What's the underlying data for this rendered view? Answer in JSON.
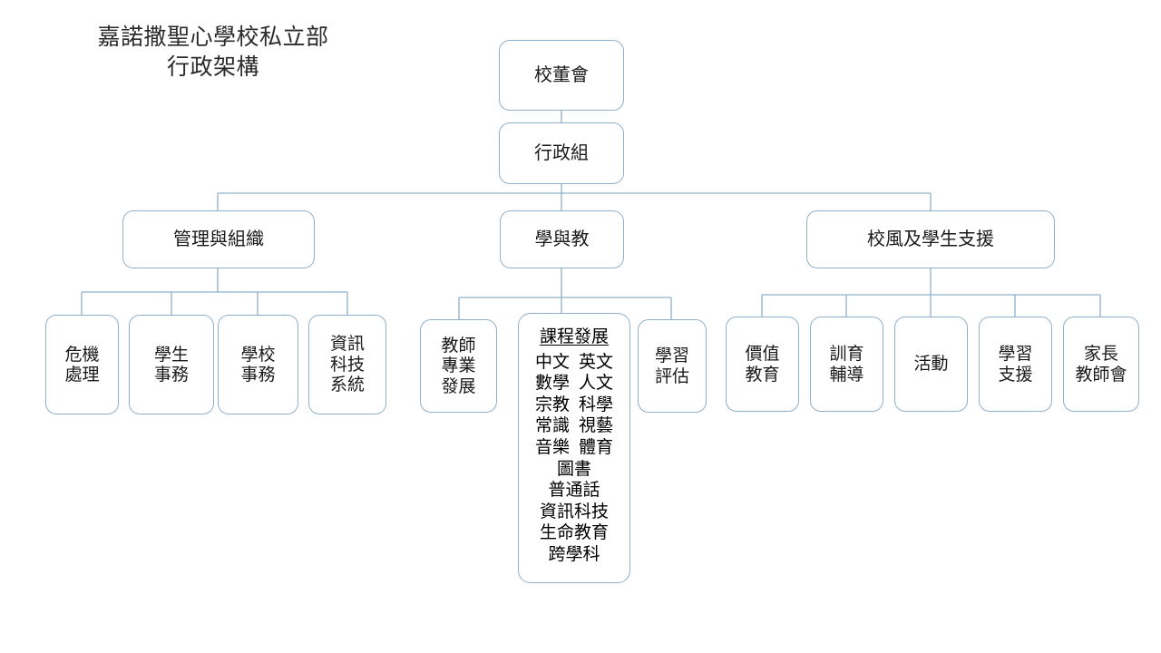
{
  "chart_data": {
    "type": "diagram",
    "title": "嘉諾撒聖心學校私立部\n行政架構",
    "orientation": "top-down",
    "accent_color": "#8fb0cb",
    "background": "#ffffff",
    "levels": 4
  },
  "title": {
    "text": "嘉諾撒聖心學校私立部\n行政架構"
  },
  "nodes": {
    "board": {
      "label": "校董會"
    },
    "admin": {
      "label": "行政組"
    },
    "branch_management": {
      "label": "管理與組織"
    },
    "branch_learning": {
      "label": "學與教"
    },
    "branch_ethos": {
      "label": "校風及學生支援"
    }
  },
  "management_children": [
    {
      "label": "危機\n處理"
    },
    {
      "label": "學生\n事務"
    },
    {
      "label": "學校\n事務"
    },
    {
      "label": "資訊\n科技\n系統"
    }
  ],
  "learning_children": [
    {
      "label": "教師\n專業\n發展"
    },
    {
      "label": "學習\n評估"
    }
  ],
  "curriculum": {
    "heading": "課程發展",
    "pairs": [
      [
        "中文",
        "英文"
      ],
      [
        "數學",
        "人文"
      ],
      [
        "宗教",
        "科學"
      ],
      [
        "常識",
        "視藝"
      ],
      [
        "音樂",
        "體育"
      ]
    ],
    "singles": [
      "圖書",
      "普通話",
      "資訊科技",
      "生命教育",
      "跨學科"
    ]
  },
  "ethos_children": [
    {
      "label": "價值\n教育"
    },
    {
      "label": "訓育\n輔導"
    },
    {
      "label": "活動"
    },
    {
      "label": "學習\n支援"
    },
    {
      "label": "家長\n教師會"
    }
  ]
}
